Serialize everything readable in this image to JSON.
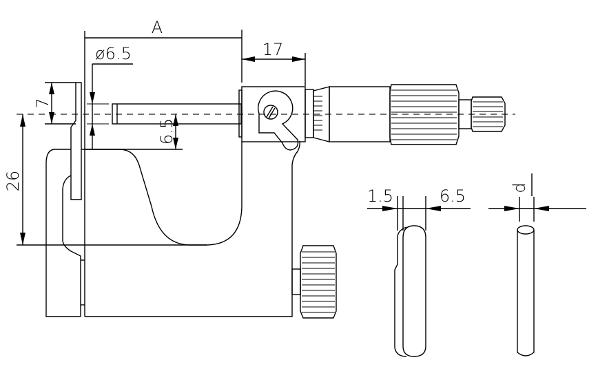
{
  "drawing": {
    "title": "Micrometer with pin/blade anvil dimensions",
    "dimensions": {
      "a": "A",
      "diameter": "ø6.5",
      "spindle_offset": "17",
      "height_7": "7",
      "height_26": "26",
      "height_6_5": "6.5",
      "blade_thickness": "1.5",
      "blade_width": "6.5",
      "pin_diameter": "d"
    }
  }
}
